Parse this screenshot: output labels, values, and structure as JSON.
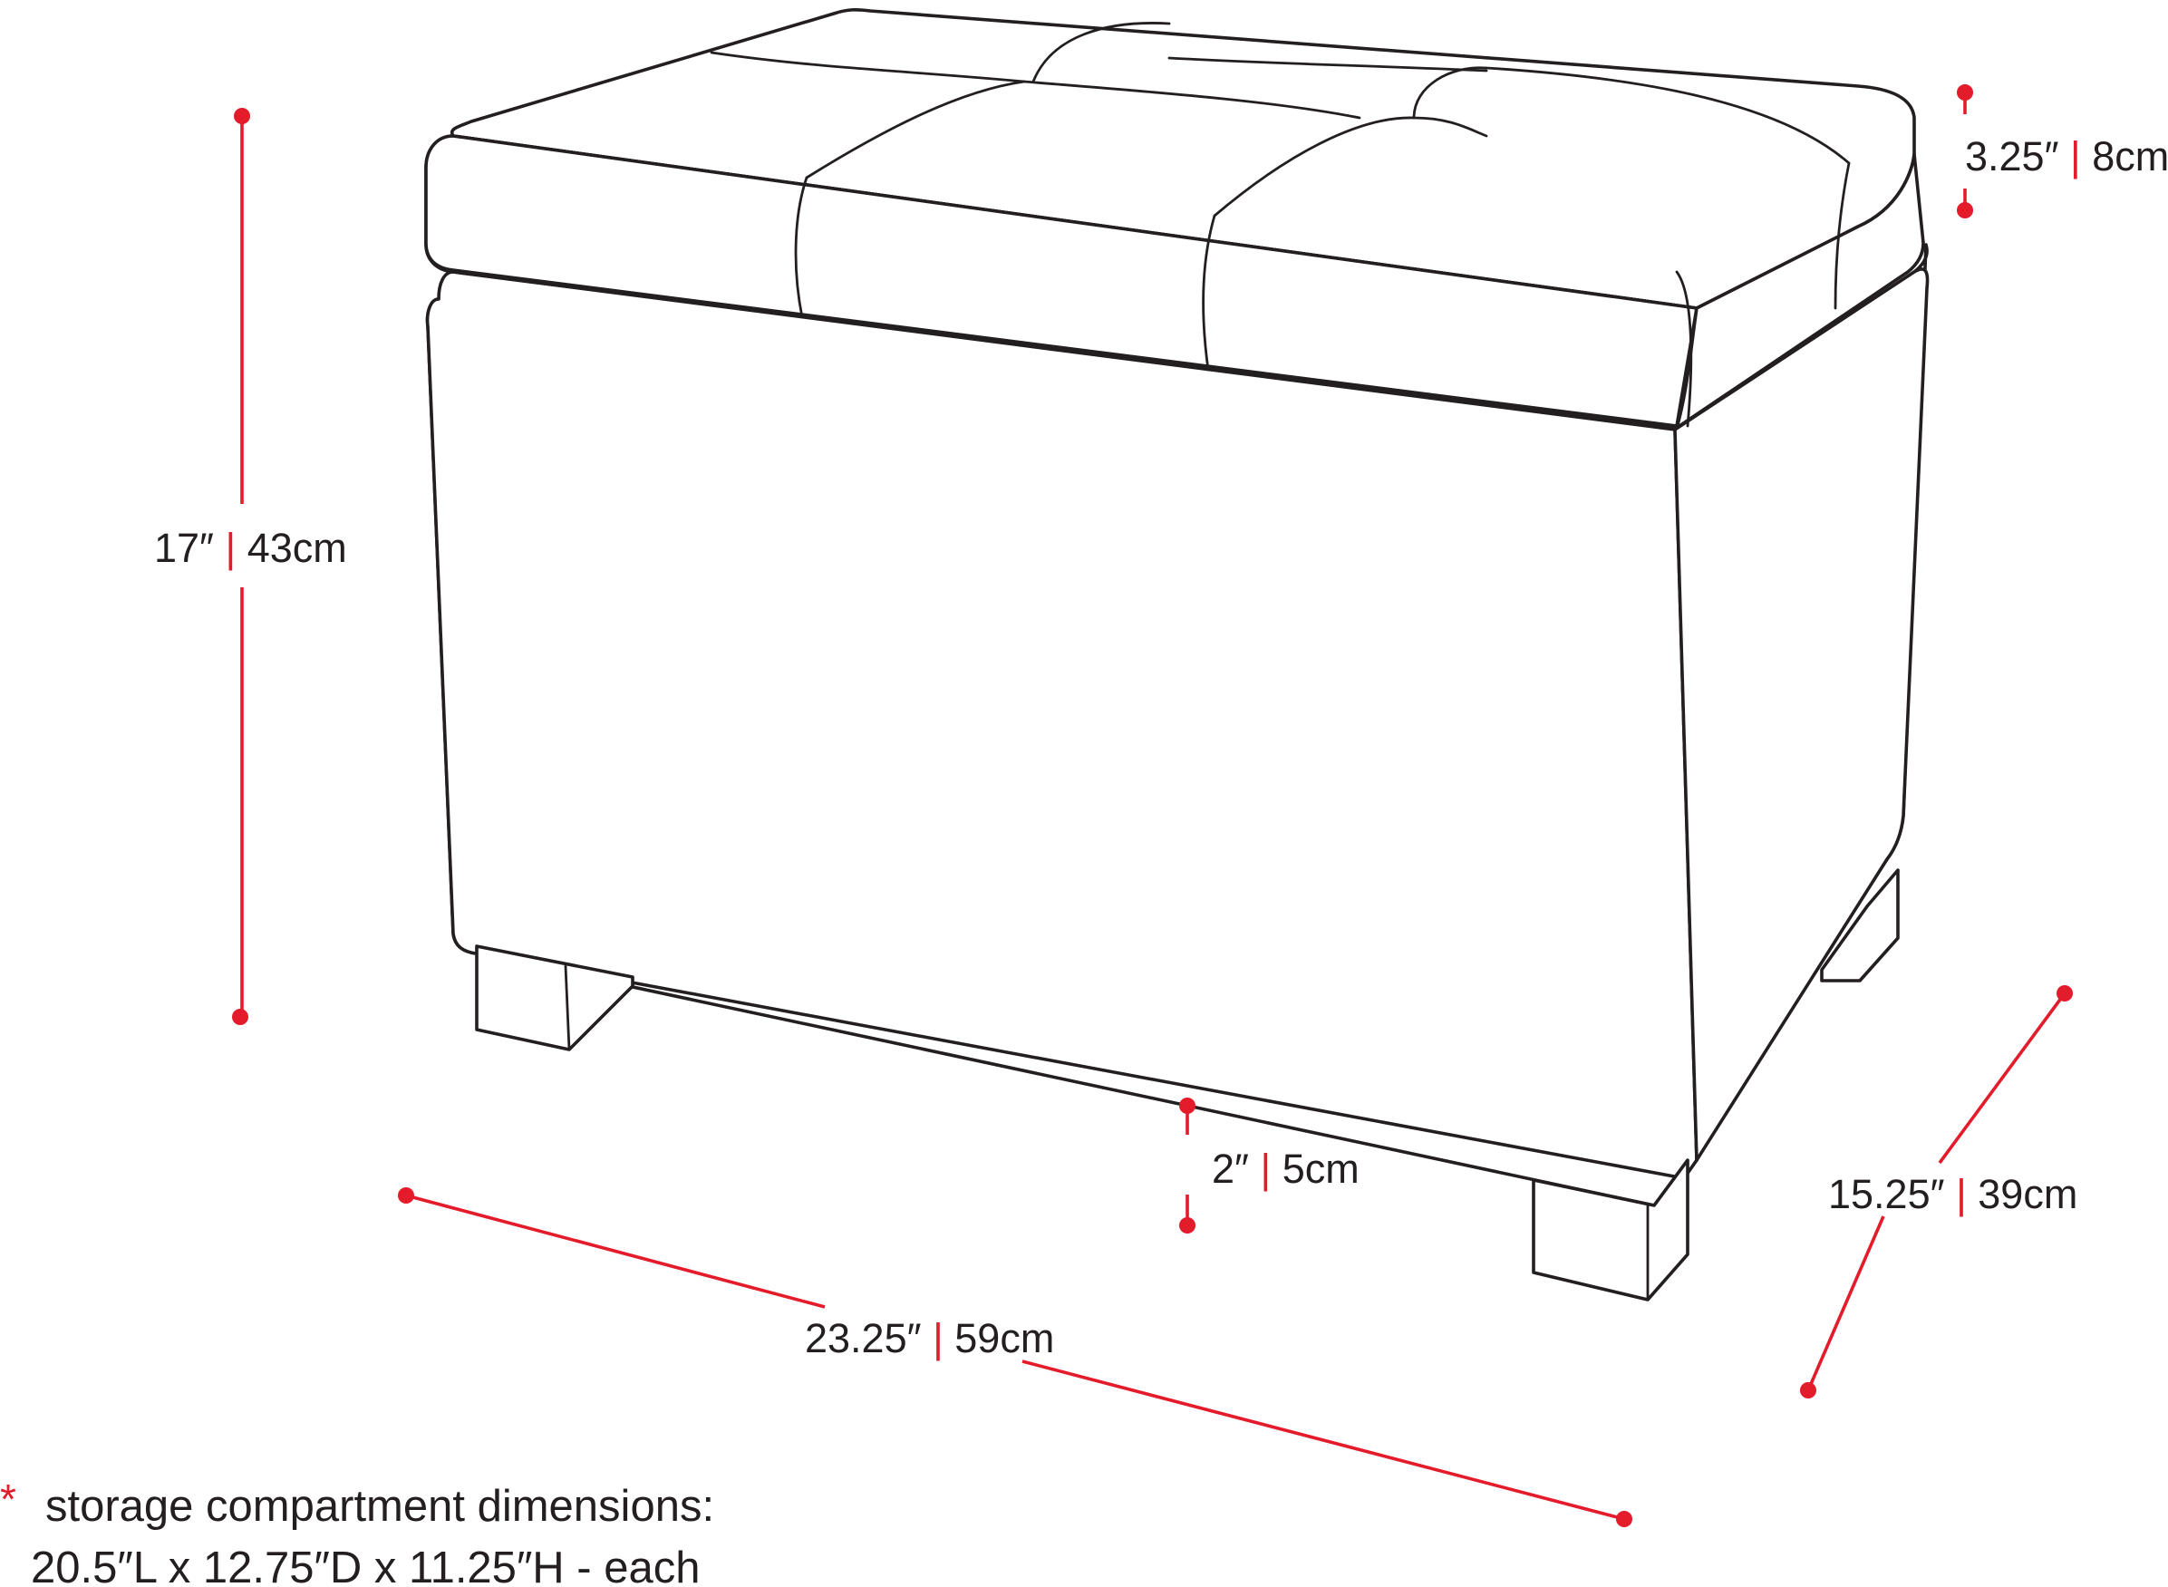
{
  "colors": {
    "outline": "#231f20",
    "dimension": "#e31b2a",
    "background": "#ffffff"
  },
  "dimensions": {
    "height": {
      "imperial": "17″",
      "metric": "43cm"
    },
    "lid": {
      "imperial": "3.25″",
      "metric": "8cm"
    },
    "width": {
      "imperial": "23.25″",
      "metric": "59cm"
    },
    "depth": {
      "imperial": "15.25″",
      "metric": "39cm"
    },
    "leg": {
      "imperial": "2″",
      "metric": "5cm"
    },
    "separator": "|"
  },
  "note": {
    "marker": "*",
    "line1": "storage compartment dimensions:",
    "line2": "20.5″L x 12.75″D x 11.25″H - each"
  }
}
